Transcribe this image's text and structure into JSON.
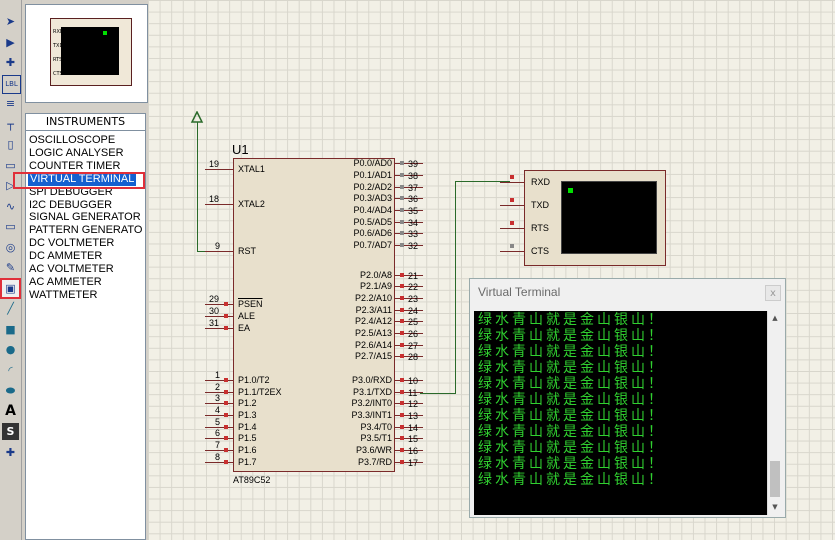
{
  "toolbar": {
    "tools": [
      "pointer-icon",
      "component-icon",
      "junction-icon",
      "label-icon",
      "text-script-icon",
      "bus-icon",
      "subcircuit-icon",
      "terminal-icon",
      "pin-icon",
      "graph-icon",
      "tape-icon",
      "generator-icon",
      "probe-icon",
      "instrument-icon",
      "line-icon",
      "box-icon",
      "circle-icon",
      "arc-icon",
      "path-icon",
      "text-icon",
      "symbol-icon",
      "marker-icon"
    ],
    "label_text": "LBL",
    "text_tool": "A",
    "symbol_tool": "S"
  },
  "preview": {
    "pins": [
      "RXD",
      "TXD",
      "RTS",
      "CTS"
    ]
  },
  "instruments": {
    "header": "INSTRUMENTS",
    "items": [
      "OSCILLOSCOPE",
      "LOGIC ANALYSER",
      "COUNTER TIMER",
      "VIRTUAL TERMINAL",
      "SPI DEBUGGER",
      "I2C DEBUGGER",
      "SIGNAL GENERATOR",
      "PATTERN GENERATO",
      "DC VOLTMETER",
      "DC AMMETER",
      "AC VOLTMETER",
      "AC AMMETER",
      "WATTMETER"
    ],
    "selected": "VIRTUAL TERMINAL"
  },
  "chip": {
    "ref": "U1",
    "part": "AT89C52",
    "left_pins": [
      {
        "num": "19",
        "name": "XTAL1"
      },
      {
        "num": "18",
        "name": "XTAL2"
      },
      {
        "num": "9",
        "name": "RST"
      },
      {
        "num": "29",
        "name": "PSEN"
      },
      {
        "num": "30",
        "name": "ALE"
      },
      {
        "num": "31",
        "name": "EA"
      },
      {
        "num": "1",
        "name": "P1.0/T2"
      },
      {
        "num": "2",
        "name": "P1.1/T2EX"
      },
      {
        "num": "3",
        "name": "P1.2"
      },
      {
        "num": "4",
        "name": "P1.3"
      },
      {
        "num": "5",
        "name": "P1.4"
      },
      {
        "num": "6",
        "name": "P1.5"
      },
      {
        "num": "7",
        "name": "P1.6"
      },
      {
        "num": "8",
        "name": "P1.7"
      }
    ],
    "right_pins": [
      {
        "num": "39",
        "name": "P0.0/AD0"
      },
      {
        "num": "38",
        "name": "P0.1/AD1"
      },
      {
        "num": "37",
        "name": "P0.2/AD2"
      },
      {
        "num": "36",
        "name": "P0.3/AD3"
      },
      {
        "num": "35",
        "name": "P0.4/AD4"
      },
      {
        "num": "34",
        "name": "P0.5/AD5"
      },
      {
        "num": "33",
        "name": "P0.6/AD6"
      },
      {
        "num": "32",
        "name": "P0.7/AD7"
      },
      {
        "num": "21",
        "name": "P2.0/A8"
      },
      {
        "num": "22",
        "name": "P2.1/A9"
      },
      {
        "num": "23",
        "name": "P2.2/A10"
      },
      {
        "num": "24",
        "name": "P2.3/A11"
      },
      {
        "num": "25",
        "name": "P2.4/A12"
      },
      {
        "num": "26",
        "name": "P2.5/A13"
      },
      {
        "num": "27",
        "name": "P2.6/A14"
      },
      {
        "num": "28",
        "name": "P2.7/A15"
      },
      {
        "num": "10",
        "name": "P3.0/RXD"
      },
      {
        "num": "11",
        "name": "P3.1/TXD"
      },
      {
        "num": "12",
        "name": "P3.2/INT0"
      },
      {
        "num": "13",
        "name": "P3.3/INT1"
      },
      {
        "num": "14",
        "name": "P3.4/T0"
      },
      {
        "num": "15",
        "name": "P3.5/T1"
      },
      {
        "num": "16",
        "name": "P3.6/WR"
      },
      {
        "num": "17",
        "name": "P3.7/RD"
      }
    ]
  },
  "vt": {
    "pins": [
      "RXD",
      "TXD",
      "RTS",
      "CTS"
    ]
  },
  "terminal_window": {
    "title": "Virtual Terminal",
    "close": "x",
    "lines": [
      "绿水青山就是金山银山！",
      "绿水青山就是金山银山！",
      "绿水青山就是金山银山！",
      "绿水青山就是金山银山！",
      "绿水青山就是金山银山！",
      "绿水青山就是金山银山！",
      "绿水青山就是金山银山！",
      "绿水青山就是金山银山！",
      "绿水青山就是金山银山！",
      "绿水青山就是金山银山！",
      "绿水青山就是金山银山！"
    ],
    "scroll_up": "▲",
    "scroll_down": "▼"
  }
}
